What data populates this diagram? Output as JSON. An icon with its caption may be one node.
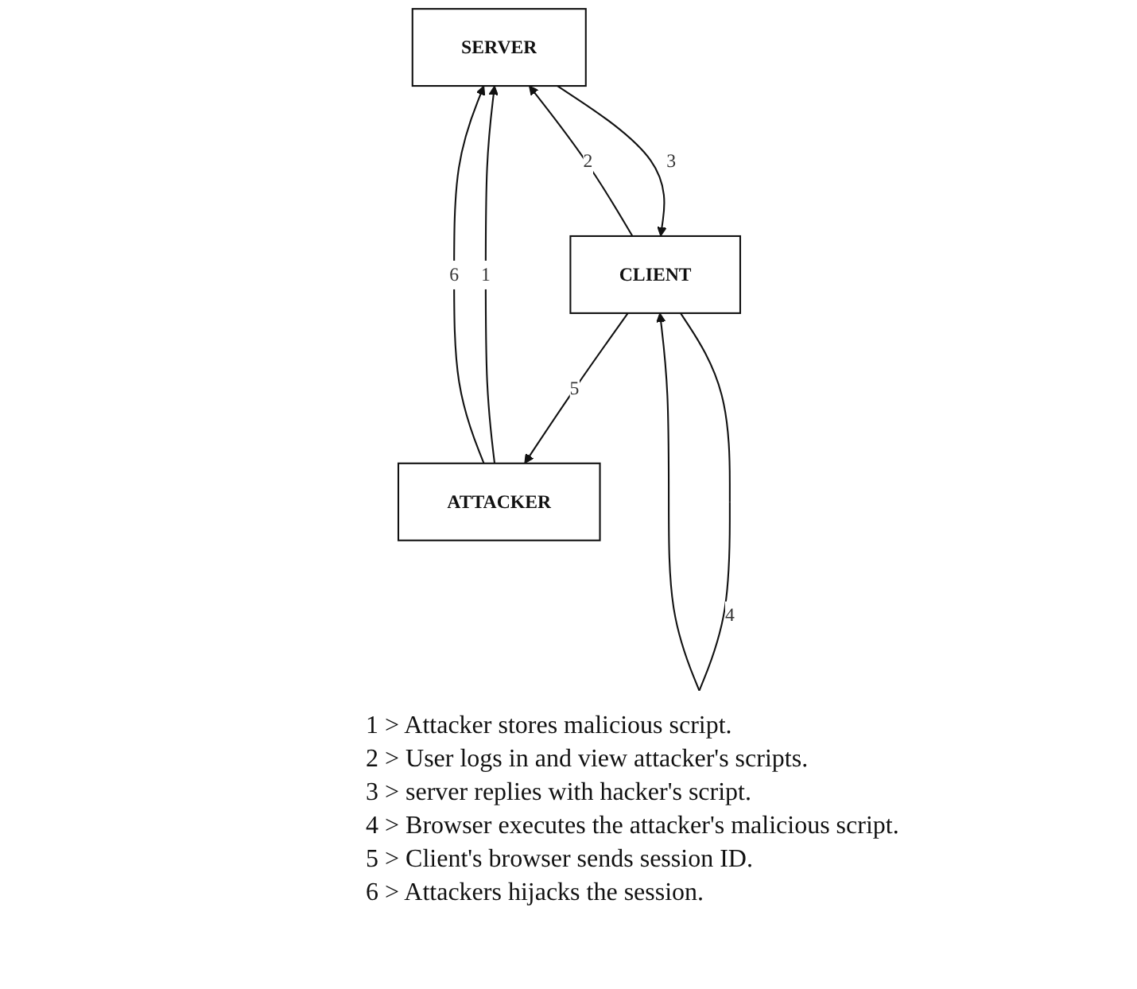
{
  "diagram": {
    "nodes": [
      {
        "text": [
          "SERVER"
        ]
      },
      {
        "text": [
          "CLIENT"
        ]
      },
      {
        "text": [
          "ATTACKER"
        ]
      }
    ],
    "edges": [
      {
        "from": 2,
        "to": 0,
        "arrow": "to",
        "label": "1"
      },
      {
        "from": 1,
        "to": 0,
        "arrow": "to",
        "label": "2"
      },
      {
        "from": 0,
        "to": 1,
        "arrow": "to",
        "label": "3"
      },
      {
        "from": 1,
        "to": 1,
        "arrow": "to",
        "label": "4"
      },
      {
        "from": 1,
        "to": 2,
        "arrow": "to",
        "label": "5"
      },
      {
        "from": 2,
        "to": 0,
        "arrow": "to",
        "label": "6"
      }
    ],
    "labels": [
      "1 > Attacker stores malicious script.",
      "2 > User logs in and view attacker's scripts.",
      "3 > server replies with hacker's script.",
      "4 > Browser executes the attacker's malicious script.",
      "5 > Client's browser sends session ID.",
      "6 > Attackers hijacks the session."
    ]
  }
}
